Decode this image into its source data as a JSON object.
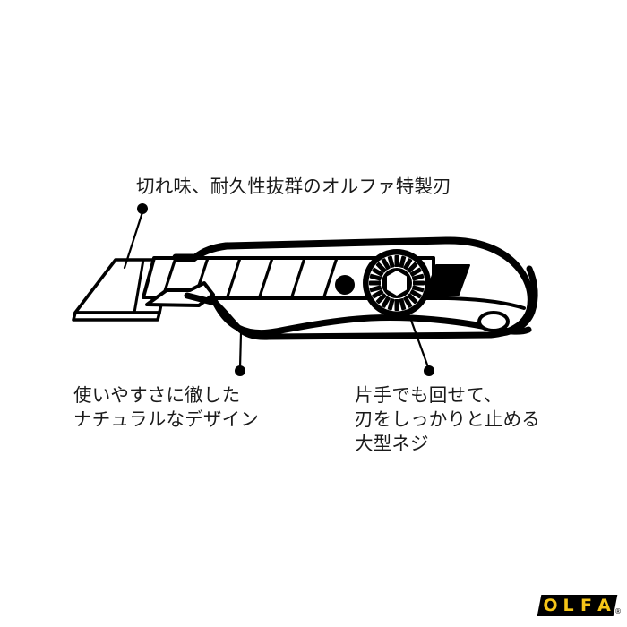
{
  "page": {
    "background_color": "#ffffff",
    "text_color": "#1a1a1a",
    "stroke_color": "#000000",
    "product_type": "olfa-utility-knife-diagram"
  },
  "callouts": {
    "blade": {
      "text": "切れ味、耐久性抜群のオルファ特製刃",
      "lines": [
        "切れ味、耐久性抜群のオルファ特製刃"
      ],
      "marker_position": "upper-left",
      "points_to": "blade"
    },
    "design": {
      "text": "使いやすさに徹した\nナチュラルなデザイン",
      "lines": [
        "使いやすさに徹した",
        "ナチュラルなデザイン"
      ],
      "marker_position": "lower-left",
      "points_to": "handle-grip"
    },
    "screw": {
      "text": "片手でも回せて、\n刃をしっかりと止める\n大型ネジ",
      "lines": [
        "片手でも回せて、",
        "刃をしっかりと止める",
        "大型ネジ"
      ],
      "marker_position": "lower-right",
      "points_to": "thumb-screw"
    }
  },
  "illustration": {
    "name": "utility-knife",
    "parts": [
      "snap-off-blade",
      "blade-snap-segments",
      "blade-slider",
      "handle-body",
      "thumb-screw-knob",
      "pivot-dot",
      "black-accent-wedge",
      "lanyard-hole"
    ],
    "screw_teeth_count": 24
  },
  "logo": {
    "brand": "OLFA",
    "letters": [
      "O",
      "L",
      "F",
      "A"
    ],
    "trademark": "®",
    "letter_color": "#f5c518",
    "block_color": "#000000"
  }
}
